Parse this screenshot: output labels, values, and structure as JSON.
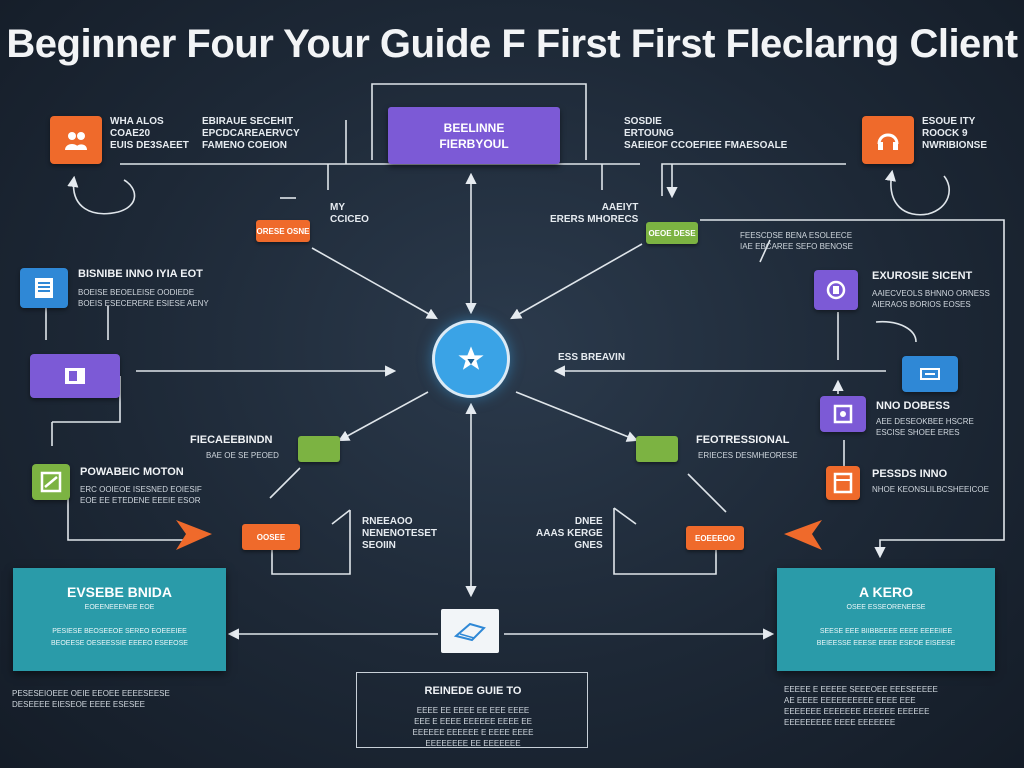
{
  "title": "Beginner Four Your Guide F First First Fleclarng Client",
  "top_card": {
    "line1": "BEELINNE",
    "line2": "FIERBYOUL"
  },
  "top_left": {
    "label_a": "WHA ALOS\nCOAE20\nEUIS DE3SAEET",
    "label_b": "EBIRAUE SECEHIT\nEPCDCAREAERVCY\nFAMENO COEION"
  },
  "top_right": {
    "label_a": "SOSDIE\nERTOUNG\nSAEIEOF CCOEFIEE FMAESOALE",
    "label_b": "ESOUE ITY\nROOCK 9\nNWRIBIONSE"
  },
  "upper_mid": {
    "left_label": "MY\nCCICEO",
    "right_label": "AAEIYT\nERERS MHORECS",
    "left_pill": "ORESE OSNE",
    "right_pill": "OEOE DESE"
  },
  "right_notes": {
    "pill_note": "FEESCDSE BENA ESOLEECE\nIAE EBCAREE SEFO BENOSE",
    "exposure_heading": "EXUROSIE SICENT",
    "exposure_text": "AAIECVEOLS BHNNO ORNESS\nAIERAOS BORIOS EOSES",
    "bhr_label": "ESS BREAVIN",
    "dobess_heading": "NNO DOBESS",
    "dobess_text": "AEE DESEOKBEE HSCRE\nESCISE SHOEE ERES",
    "pressing_heading": "PESSDS INNO",
    "pressing_text": "NHOE KEONSLILBCSHEEICOE",
    "professional_heading": "FEOTRESSIONAL",
    "professional_text": "ERIECES DESMHEORESE",
    "dree_label": "DNEE\nAAAS KERGE\nGNES"
  },
  "left_notes": {
    "block_heading": "BISNIBE INNO IYIA EOT",
    "block_text": "BOEISE BEOELEISE OODIEDE\nBOEIS ESECERERE ESIESE AENY",
    "fearbeehind_heading": "FIECAEEBINDN",
    "fearbeehind_text": "BAE OE SE PEOED",
    "power_heading": "POWABEIC MOTON",
    "power_text": "ERC OOIEOE ISESNED EOIESIF\nEOE EE ETEDENE EEEIE ESOR",
    "reseed_label": "RNEEAOO\nNENENOTESET\nSEOIIN"
  },
  "mid_pills": {
    "left_orange": "OOSEE",
    "right_orange": "EOEEEOO"
  },
  "left_panel": {
    "heading": "EVSEBE BNIDA",
    "sub": "EOEENEEENEE EOE",
    "text": "PESIESE BEOSEEOE SEREO EOEEEIEE\nBEOEESE OESEESSIE EEEEO ESEEOSE"
  },
  "right_panel": {
    "heading": "A KERO",
    "sub": "OSEE ESSEORENEESE",
    "text": "SEESE EEE BIIBBEEEE EEEE EEEEIIEE\nBEIEESSE EEESE EEEE ESEOE EISEESE"
  },
  "bottom_left_text": "PESESEIOEEE OEIE EEOEE EEEESEESE\nDESEEEE EIESEOE EEEE ESESEE",
  "bottom_right_text": "EEEEE E EEEEE SEEEOEE EEESEEEEE\nAE EEEE EEEEEEEEEE EEEE EEE\nEEEEEEE EEEEEEE EEEEEE EEEEEE\nEEEEEEEEE EEEE EEEEEEE",
  "bottom_box": {
    "heading": "REINEDE GUIE TO",
    "text": "EEEE EE EEEE EE EEE EEEE\nEEE E EEEE EEEEEE EEEE EE\nEEEEEE EEEEEE E EEEE EEEE\nEEEEEEEE EE EEEEEEE"
  },
  "colors": {
    "background": "#1d2836",
    "orange": "#ef6a2b",
    "green": "#7cb342",
    "purple": "#7c5ad6",
    "blue": "#2f88d6",
    "teal": "#2a9ba9",
    "hub": "#3aa3e6"
  },
  "icons": [
    "people-icon",
    "headset-icon",
    "document-list-icon",
    "folder-icon",
    "video-icon",
    "picture-icon",
    "link-icon",
    "chart-icon",
    "star-hub-icon",
    "file-icon"
  ]
}
